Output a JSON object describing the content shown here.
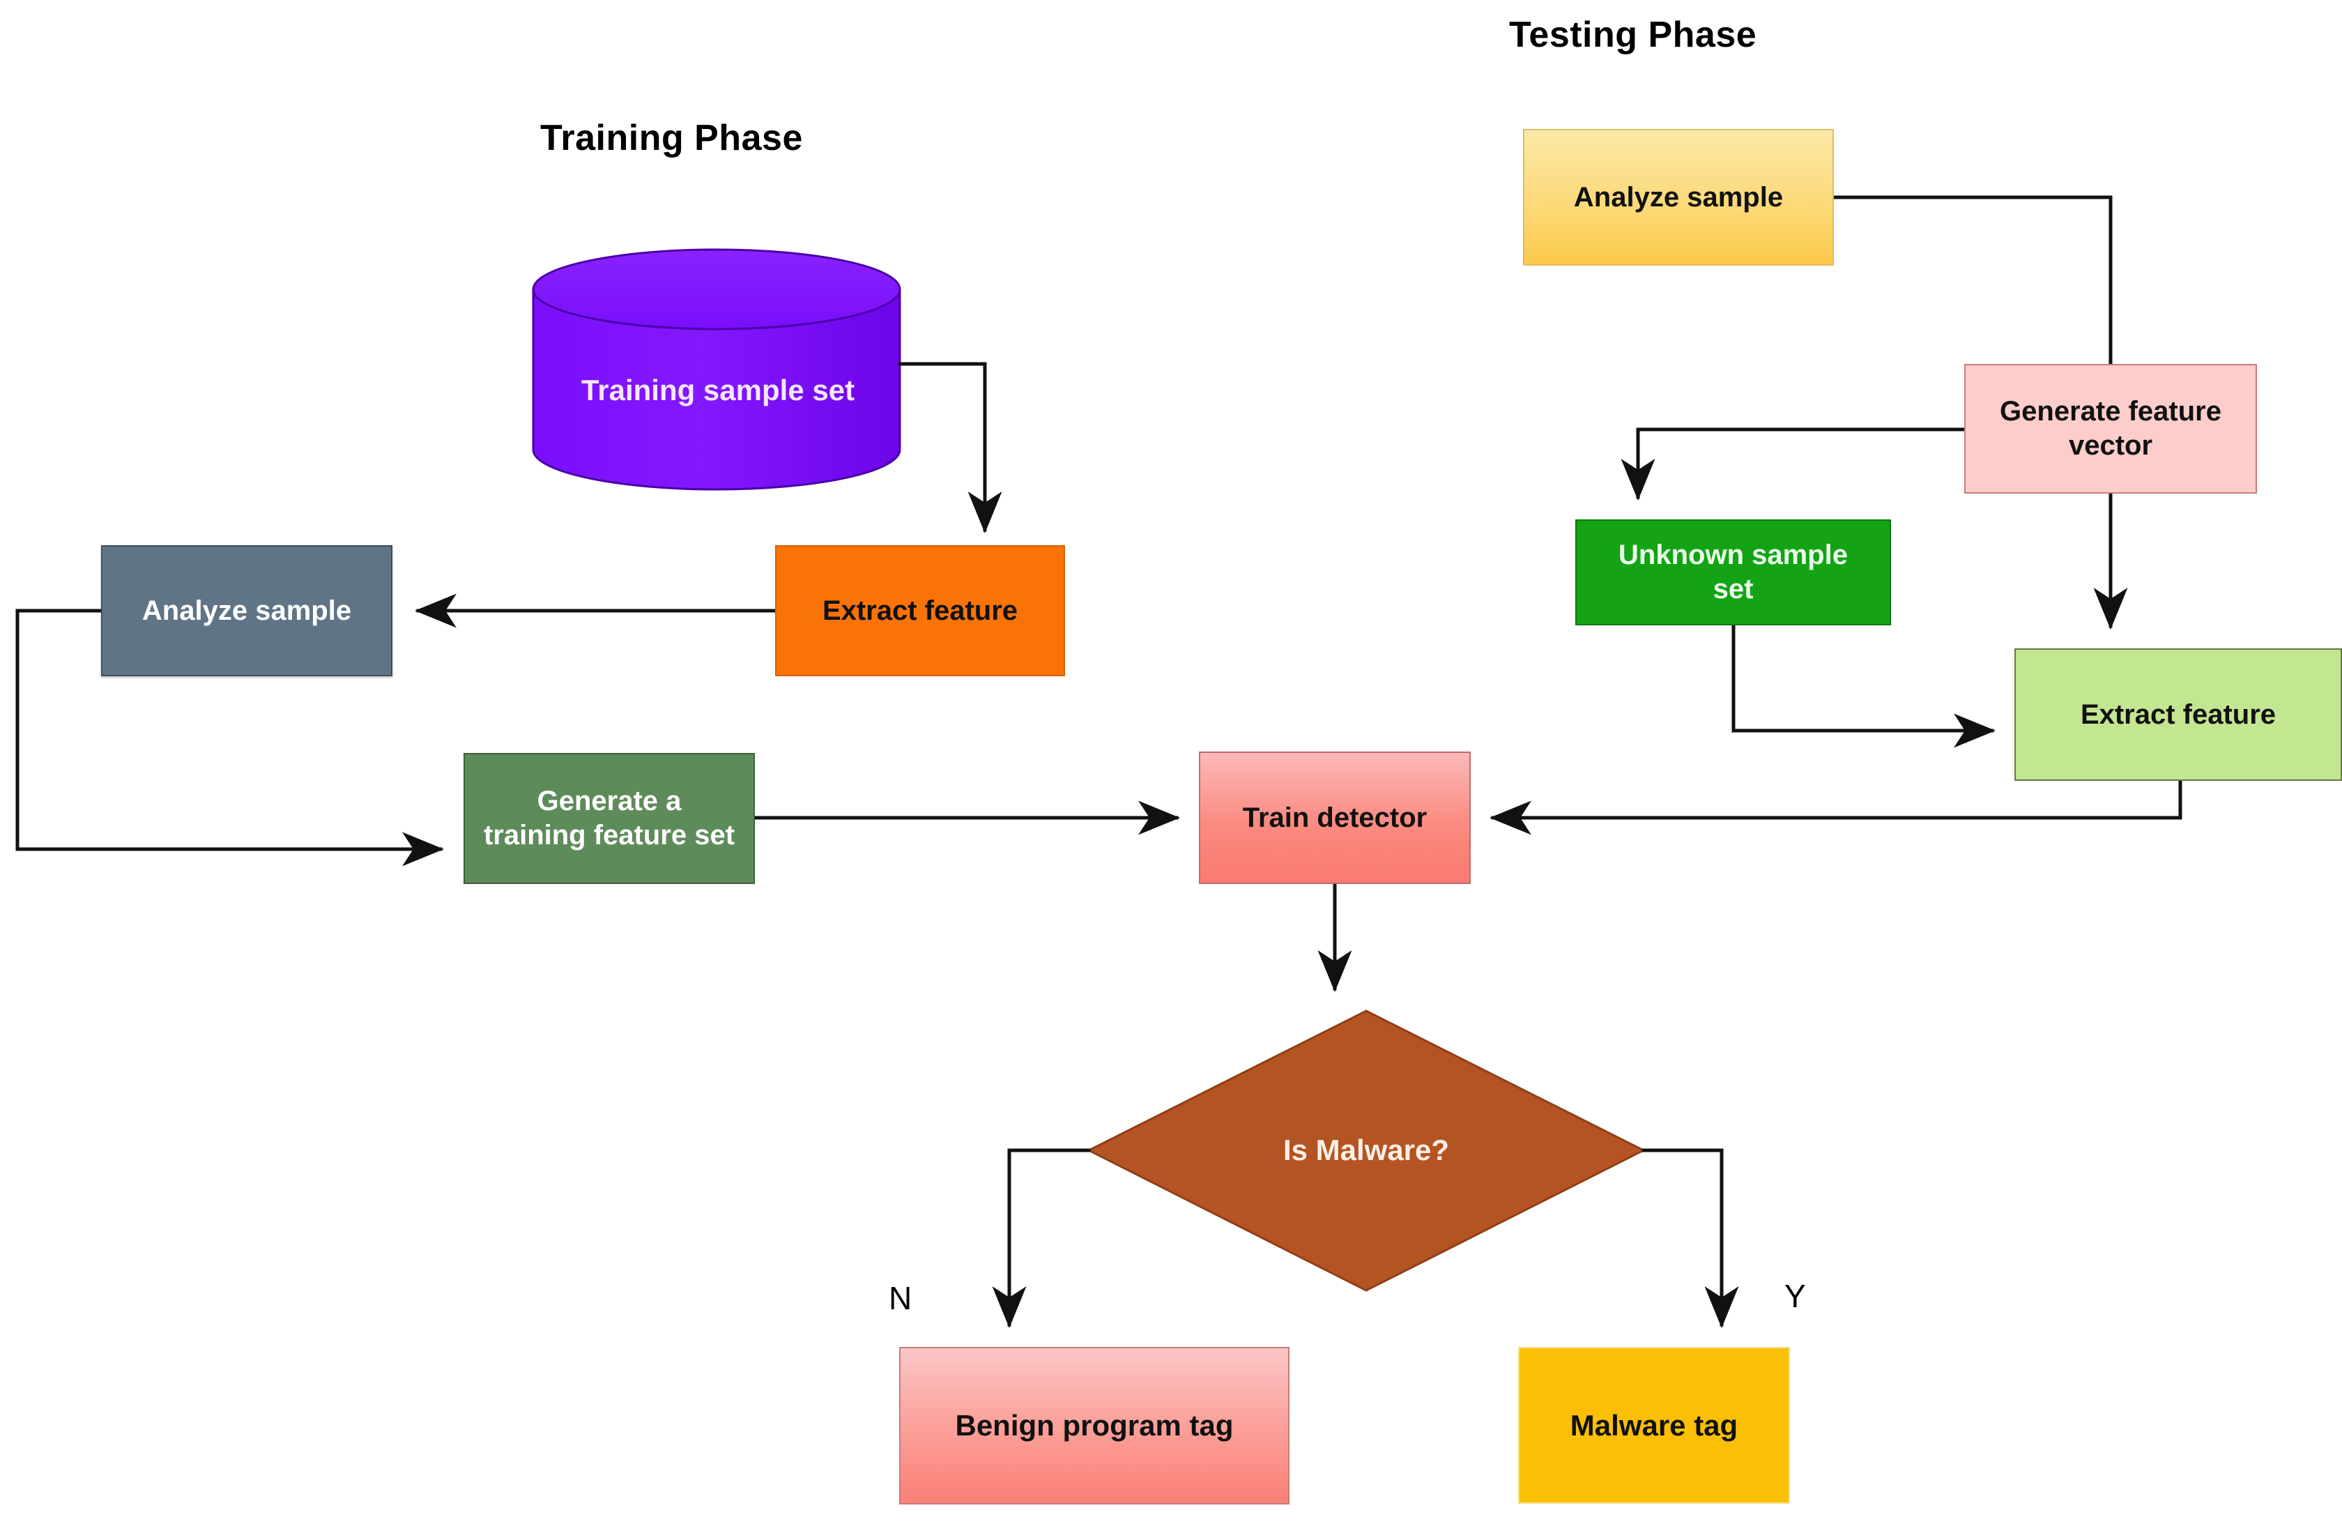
{
  "diagram": {
    "title_training": "Training Phase",
    "title_testing": "Testing  Phase",
    "edge_labels": {
      "no": "N",
      "yes": "Y"
    },
    "colors": {
      "cylinder": "#7B10FB",
      "analyze_sample_training": "#5F7486",
      "extract_feature_training": "#F97306",
      "generate_training_feature_set": "#5E8B5A",
      "train_detector": "#FB8A80",
      "analyze_sample_testing": "#FCD97A",
      "generate_feature_vector": "#FBCDCB",
      "unknown_sample_set": "#14A314",
      "extract_feature_testing": "#C3E690",
      "decision_diamond": "#B45422",
      "benign_program_tag": "#FB9D96",
      "malware_tag": "#FBBF05",
      "connector": "#1a1a1a"
    },
    "nodes": [
      {
        "id": "training-sample-set",
        "label": "Training sample set",
        "shape": "cylinder"
      },
      {
        "id": "extract-feature-train",
        "label": "Extract feature",
        "shape": "rect"
      },
      {
        "id": "analyze-sample-train",
        "label": "Analyze sample",
        "shape": "rect"
      },
      {
        "id": "generate-training-set",
        "label": "Generate a\ntraining feature set",
        "shape": "rect",
        "line1": "Generate a",
        "line2": "training feature set"
      },
      {
        "id": "train-detector",
        "label": "Train detector",
        "shape": "rect"
      },
      {
        "id": "analyze-sample-test",
        "label": "Analyze sample",
        "shape": "rect"
      },
      {
        "id": "generate-feature-vector",
        "label": "Generate feature\nvector",
        "shape": "rect",
        "line1": "Generate feature",
        "line2": "vector"
      },
      {
        "id": "unknown-sample-set",
        "label": "Unknown sample\nset",
        "shape": "rect",
        "line1": "Unknown sample",
        "line2": "set"
      },
      {
        "id": "extract-feature-test",
        "label": "Extract feature",
        "shape": "rect"
      },
      {
        "id": "is-malware",
        "label": "Is Malware?",
        "shape": "diamond"
      },
      {
        "id": "benign-program-tag",
        "label": "Benign program tag",
        "shape": "rect"
      },
      {
        "id": "malware-tag",
        "label": "Malware tag",
        "shape": "rect"
      }
    ],
    "edges": [
      {
        "from": "training-sample-set",
        "to": "extract-feature-train",
        "label": ""
      },
      {
        "from": "extract-feature-train",
        "to": "analyze-sample-train",
        "label": ""
      },
      {
        "from": "analyze-sample-train",
        "to": "generate-training-set",
        "label": ""
      },
      {
        "from": "generate-training-set",
        "to": "train-detector",
        "label": ""
      },
      {
        "from": "analyze-sample-test",
        "to": "generate-feature-vector",
        "label": ""
      },
      {
        "from": "generate-feature-vector",
        "to": "unknown-sample-set",
        "label": ""
      },
      {
        "from": "generate-feature-vector",
        "to": "extract-feature-test",
        "label": ""
      },
      {
        "from": "unknown-sample-set",
        "to": "extract-feature-test",
        "label": ""
      },
      {
        "from": "extract-feature-test",
        "to": "train-detector",
        "label": ""
      },
      {
        "from": "train-detector",
        "to": "is-malware",
        "label": ""
      },
      {
        "from": "is-malware",
        "to": "benign-program-tag",
        "label": "N"
      },
      {
        "from": "is-malware",
        "to": "malware-tag",
        "label": "Y"
      }
    ]
  }
}
